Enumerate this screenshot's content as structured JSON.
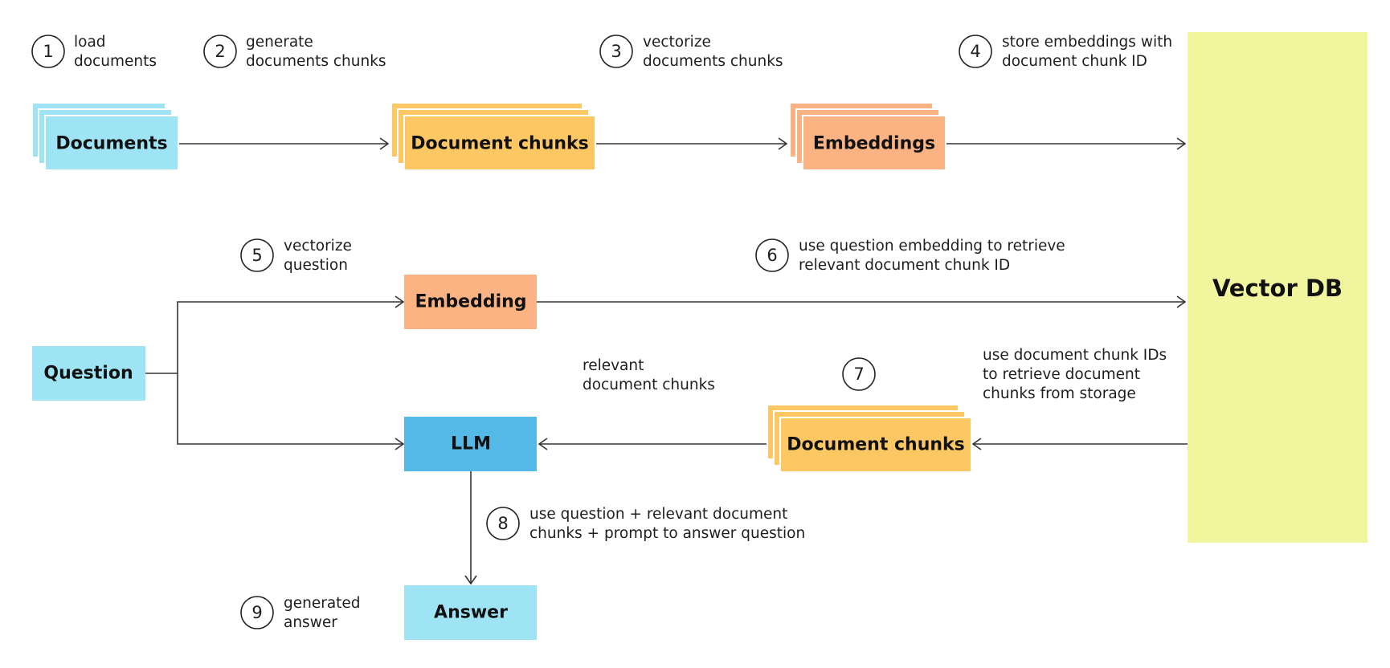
{
  "colors": {
    "documents": "#9ee4f5",
    "chunks": "#fdc864",
    "embeddings": "#fbb384",
    "llm": "#55b9e8",
    "answer": "#9ee4f5",
    "question": "#9ee4f5",
    "vector_db": "#f1f59e",
    "line": "#333333"
  },
  "nodes": {
    "documents": "Documents",
    "document_chunks_top": "Document chunks",
    "embeddings": "Embeddings",
    "vector_db": "Vector DB",
    "question": "Question",
    "embedding": "Embedding",
    "llm": "LLM",
    "document_chunks_bottom": "Document chunks",
    "answer": "Answer"
  },
  "steps": [
    {
      "num": "1",
      "lines": [
        "load",
        "documents"
      ]
    },
    {
      "num": "2",
      "lines": [
        "generate",
        "documents chunks"
      ]
    },
    {
      "num": "3",
      "lines": [
        "vectorize",
        "documents chunks"
      ]
    },
    {
      "num": "4",
      "lines": [
        "store embeddings with",
        "document chunk ID"
      ]
    },
    {
      "num": "5",
      "lines": [
        "vectorize",
        "question"
      ]
    },
    {
      "num": "6",
      "lines": [
        "use question embedding to retrieve",
        "relevant document chunk ID"
      ]
    },
    {
      "num": "7",
      "lines": [
        "use document chunk IDs",
        "to retrieve document",
        "chunks from storage"
      ]
    },
    {
      "num": "8",
      "lines": [
        "use question + relevant document",
        "chunks + prompt to answer question"
      ]
    },
    {
      "num": "9",
      "lines": [
        "generated",
        "answer"
      ]
    }
  ],
  "annotations": {
    "relevant_chunks": [
      "relevant",
      "document chunks"
    ]
  }
}
